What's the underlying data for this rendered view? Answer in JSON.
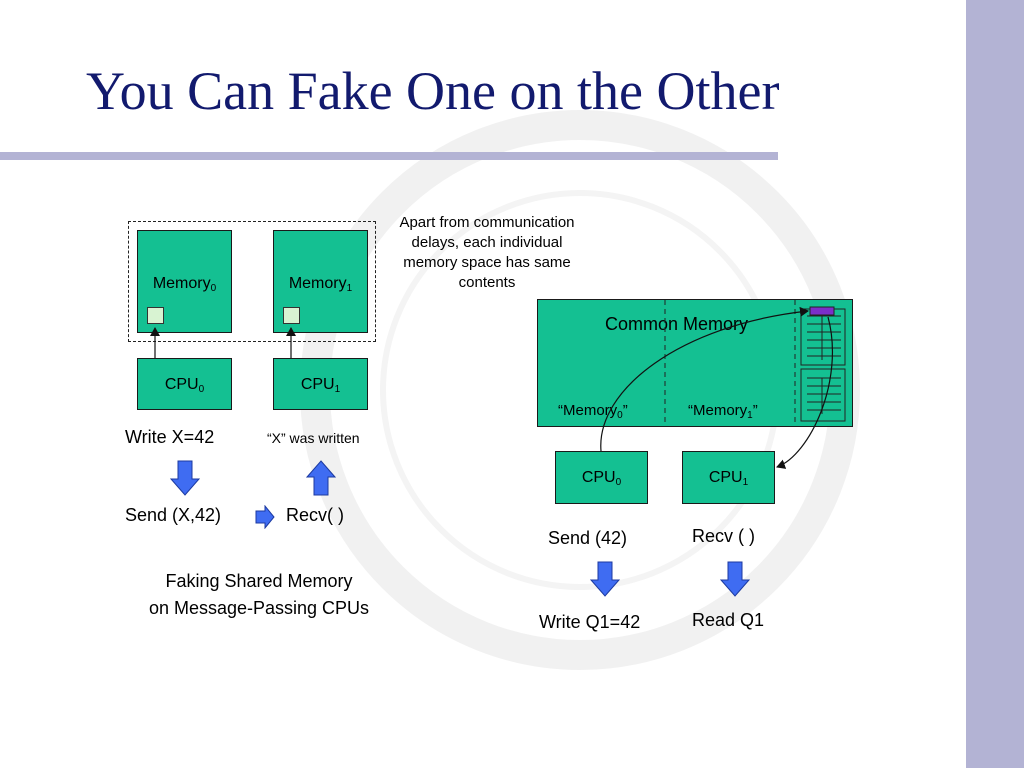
{
  "slide": {
    "title": "You Can Fake One on the Other",
    "colors": {
      "title": "#121a6e",
      "box_fill": "#14c092",
      "arrow_fill": "#3f6cf2",
      "sidebar": "#b3b3d4",
      "marker": "#7b2fc9"
    }
  },
  "left": {
    "memory0": {
      "base": "Memory",
      "sub": "0"
    },
    "memory1": {
      "base": "Memory",
      "sub": "1"
    },
    "cpu0": {
      "base": "CPU",
      "sub": "0"
    },
    "cpu1": {
      "base": "CPU",
      "sub": "1"
    },
    "write_label": "Write X=42",
    "written_label": "“X” was written",
    "send_label": "Send (X,42)",
    "recv_label": "Recv( )",
    "caption_line1": "Faking Shared Memory",
    "caption_line2": "on Message-Passing CPUs"
  },
  "note": {
    "line1": "Apart from communication",
    "line2": "delays, each individual",
    "line3": "memory space has same",
    "line4": "contents"
  },
  "right": {
    "common_memory": "Common Memory",
    "mem0": {
      "open": "“Memory",
      "sub": "0",
      "close": "”"
    },
    "mem1": {
      "open": "“Memory",
      "sub": "1",
      "close": "”"
    },
    "cpu0": {
      "base": "CPU",
      "sub": "0"
    },
    "cpu1": {
      "base": "CPU",
      "sub": "1"
    },
    "send_label": "Send (42)",
    "recv_label": "Recv ( )",
    "write_label": "Write Q1=42",
    "read_label": "Read Q1"
  }
}
